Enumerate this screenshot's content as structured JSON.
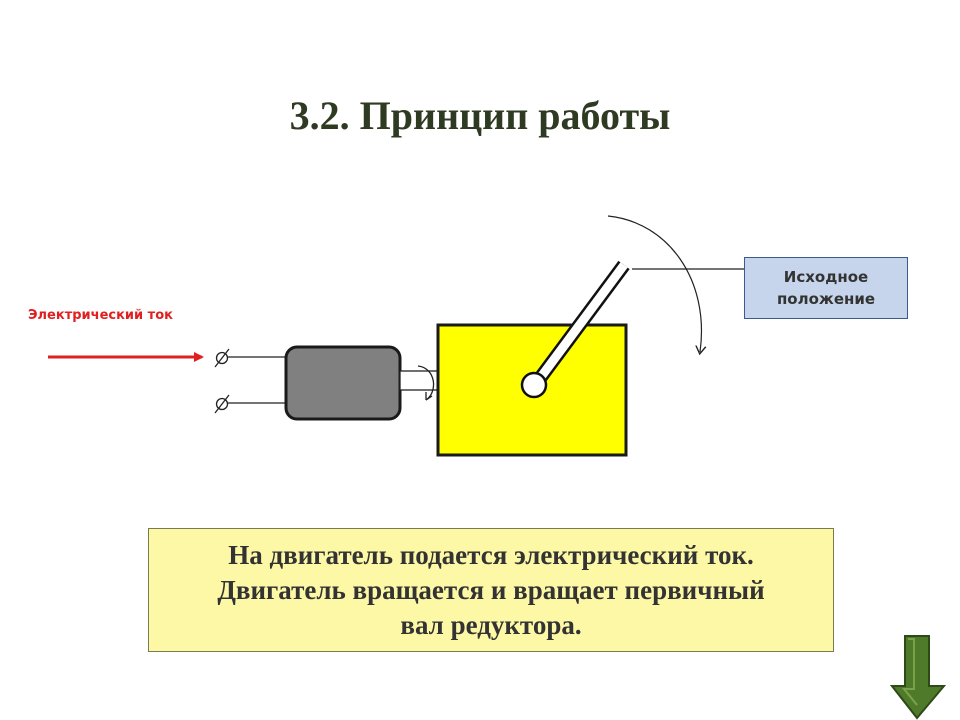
{
  "title": "3.2. Принцип работы",
  "diagram": {
    "current_label": "Электрический ток",
    "origin_label_line1": "Исходное",
    "origin_label_line2": "положение",
    "colors": {
      "current": "#e02020",
      "motor": "#808080",
      "gearbox": "#ffff00",
      "label_box": "#c6d5ec",
      "caption_bg": "#fdf8a6",
      "nav_arrow": "#4f7a2a"
    }
  },
  "caption": {
    "line1": "На двигатель подается электрический ток.",
    "line2": "Двигатель вращается и вращает первичный",
    "line3": "вал редуктора."
  },
  "nav": {
    "next_icon": "arrow-down-icon"
  }
}
